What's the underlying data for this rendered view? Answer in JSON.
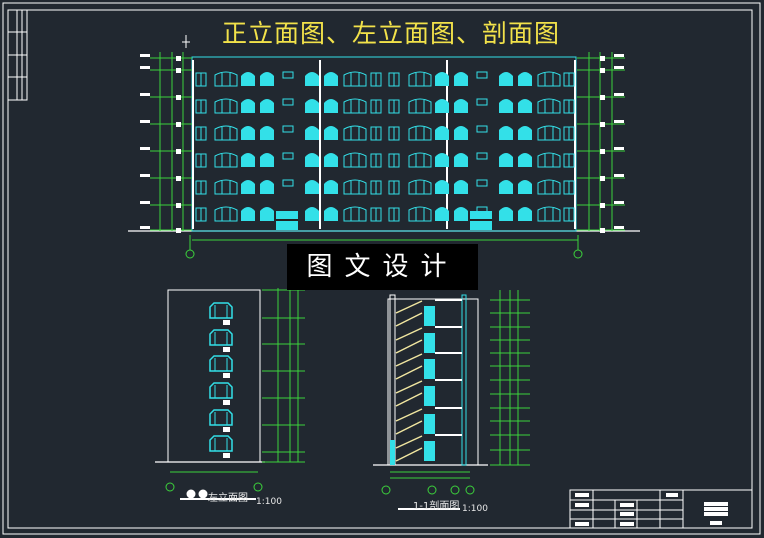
{
  "title": "正立面图、左立面图、剖面图",
  "watermark": "图文设计",
  "views": {
    "left_elevation": {
      "label": "左立面图",
      "scale": "1:100"
    },
    "section": {
      "label": "1-1剖面图",
      "scale": "1:100"
    }
  },
  "colors": {
    "background": "#212830",
    "title": "#f2e24a",
    "outline": "#ffffff",
    "windows": "#33e0e8",
    "dimensions": "#3cd23c",
    "stairs": "#f0e6a0"
  }
}
